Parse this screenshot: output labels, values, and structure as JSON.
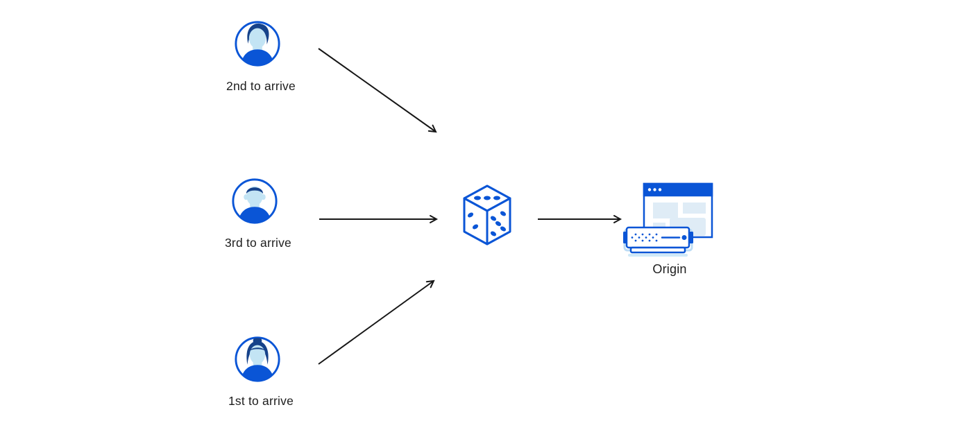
{
  "page": {
    "background": "#ffffff"
  },
  "colors": {
    "brand_blue": "#0a55d6",
    "dark_navy": "#16428a",
    "face_light_blue": "#c3e4f4",
    "panel_light_blue": "#dfecf6",
    "shadow_light_blue": "#cfe9f8",
    "arrow_black": "#161616",
    "label_text": "#1d1d1d",
    "white": "#ffffff"
  },
  "diagram": {
    "nodes": {
      "visitor_second": {
        "label": "2nd to arrive",
        "icon": "man-avatar-icon"
      },
      "visitor_third": {
        "label": "3rd to arrive",
        "icon": "man-short-hair-avatar-icon"
      },
      "visitor_first": {
        "label": "1st to arrive",
        "icon": "woman-avatar-icon"
      },
      "steering": {
        "icon": "dice-icon"
      },
      "origin": {
        "label": "Origin",
        "icon": "origin-server-icon"
      }
    },
    "connections": [
      {
        "from": "visitor_second",
        "to": "steering"
      },
      {
        "from": "visitor_third",
        "to": "steering"
      },
      {
        "from": "visitor_first",
        "to": "steering"
      },
      {
        "from": "steering",
        "to": "origin"
      }
    ]
  }
}
